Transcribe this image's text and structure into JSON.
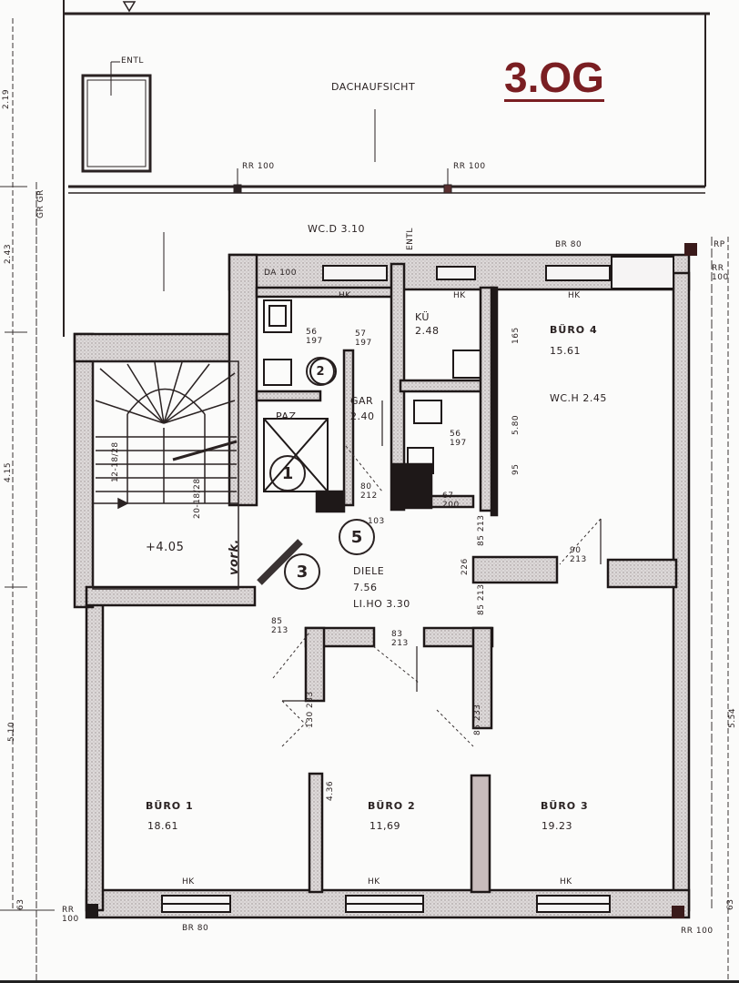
{
  "plan": {
    "title": "3.OG",
    "title_color": "#7a1e22",
    "roof_view": {
      "label": "DACHAUFSICHT",
      "vent_label": "ENTL",
      "rain_pipes": [
        "RR 100",
        "RR 100"
      ]
    },
    "top_annotations": {
      "wc_d": "WC.D  3.10",
      "entl": "ENTL",
      "br_top": "BR 80",
      "rr_right": "RR 100",
      "rp_right": "RP",
      "da100": "DA 100"
    },
    "rooms": [
      {
        "name": "BÜRO 1",
        "area": "18.61"
      },
      {
        "name": "BÜRO 2",
        "area": "11,69"
      },
      {
        "name": "BÜRO 3",
        "area": "19.23"
      },
      {
        "name": "BÜRO 4",
        "area": "15.61"
      },
      {
        "name": "KÜ",
        "area": "2.48"
      },
      {
        "name": "GAR",
        "area": "2.40"
      },
      {
        "name": "PAZ",
        "area": ""
      },
      {
        "name": "DIELE",
        "area": "7.56",
        "extra": "LI.HO 3.30"
      }
    ],
    "stair": {
      "level": "+4.05",
      "note1": "12-18/28",
      "note2": "20-18/28",
      "handwritten": "vork."
    },
    "wc_h": "WC.H  2.45",
    "door_marks": [
      {
        "w": "56",
        "h": "197"
      },
      {
        "w": "57",
        "h": "197"
      },
      {
        "w": "56",
        "h": "197"
      },
      {
        "w": "80",
        "h": "212"
      },
      {
        "w": "67",
        "h": "200"
      },
      {
        "w": "85",
        "h": "213"
      },
      {
        "w": "83",
        "h": "213"
      },
      {
        "w": "90",
        "h": "213"
      },
      {
        "w": "85",
        "h": "213"
      },
      {
        "w": "85",
        "h": "213"
      },
      {
        "w": "130",
        "h": "233"
      },
      {
        "w": "85",
        "h": "233"
      }
    ],
    "circled_numbers": [
      "1",
      "2",
      "3",
      "5"
    ],
    "misc_labels": {
      "hk_top_1": "HK",
      "hk_top_2": "HK",
      "hk_top_3": "HK",
      "hk_bottom_1": "HK",
      "hk_bottom_2": "HK",
      "hk_bottom_3": "HK",
      "br_bottom": "BR 80",
      "rr_bottom_left": "RR 100",
      "rr_bottom_right": "RR 100",
      "dim_165": "165",
      "dim_580": "5.80",
      "dim_95": "95",
      "dim_226": "226",
      "dim_436": "4.36",
      "dim_103": "103",
      "gr_label": "GR GR"
    },
    "side_dimensions": {
      "left": [
        "2.19",
        "2.43",
        "4.15",
        "5.10",
        "63"
      ],
      "right": [
        "5.54",
        "63"
      ]
    }
  }
}
